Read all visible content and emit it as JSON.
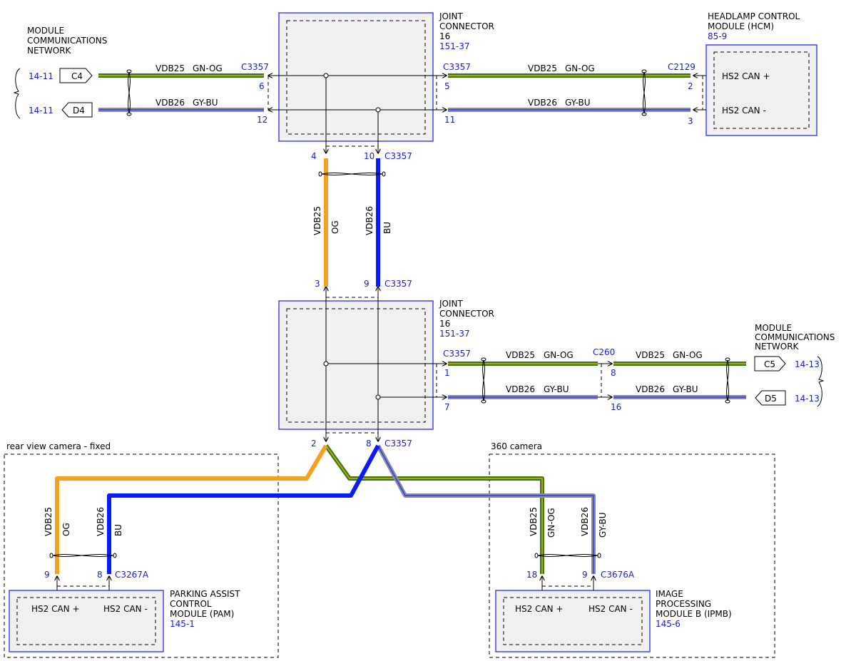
{
  "colors": {
    "green": "#2f7d1e",
    "orange_stripe": "#f2a000",
    "gray": "#8c8c95",
    "blue_stripe": "#2a3cff",
    "orange": "#f4a21d",
    "blue": "#0a1aff",
    "label_blue": "#1a1ae6",
    "module_border": "#3a3af0",
    "module_fill": "#f0f0f0"
  },
  "top_left": {
    "net_lines": [
      "MODULE",
      "COMMUNICATIONS",
      "NETWORK"
    ],
    "c4_ref": "14-11",
    "c4_label": "C4",
    "d4_ref": "14-11",
    "d4_label": "D4",
    "w1_circuit": "VDB25",
    "w1_color": "GN-OG",
    "w1_conn": "C3357",
    "w1_pin": "6",
    "w2_circuit": "VDB26",
    "w2_color": "GY-BU",
    "w2_pin": "12"
  },
  "jc_top": {
    "title_lines": [
      "JOINT",
      "CONNECTOR",
      "16"
    ],
    "ref": "151-37",
    "pin4": "4",
    "pin10": "10",
    "conn_bottom": "C3357"
  },
  "top_right": {
    "conn_left": "C3357",
    "pin5": "5",
    "pin11": "11",
    "w1_circuit": "VDB25",
    "w1_color": "GN-OG",
    "w2_circuit": "VDB26",
    "w2_color": "GY-BU",
    "conn_right": "C2129",
    "pin2": "2",
    "pin3": "3",
    "hcm_lines": [
      "HEADLAMP CONTROL",
      "MODULE (HCM)"
    ],
    "hcm_ref": "85-9",
    "can_plus": "HS2 CAN +",
    "can_minus": "HS2 CAN -"
  },
  "vertical": {
    "og_circuit": "VDB25",
    "og_color": "OG",
    "bu_circuit": "VDB26",
    "bu_color": "BU",
    "pin3": "3",
    "pin9": "9",
    "conn": "C3357"
  },
  "jc_mid": {
    "title_lines": [
      "JOINT",
      "CONNECTOR",
      "16"
    ],
    "ref": "151-37"
  },
  "mid_right": {
    "conn_left": "C3357",
    "pin1": "1",
    "pin7": "7",
    "w1_circuit": "VDB25",
    "w1_color": "GN-OG",
    "w2_circuit": "VDB26",
    "w2_color": "GY-BU",
    "c260": "C260",
    "pin8": "8",
    "pin16": "16",
    "w3_circuit": "VDB25",
    "w3_color": "GN-OG",
    "w4_circuit": "VDB26",
    "w4_color": "GY-BU",
    "c5_label": "C5",
    "c5_ref": "14-13",
    "d5_label": "D5",
    "d5_ref": "14-13",
    "net_lines": [
      "MODULE",
      "COMMUNICATIONS",
      "NETWORK"
    ]
  },
  "bottom_jc": {
    "pin2": "2",
    "pin8": "8",
    "conn": "C3357"
  },
  "rear_cam": {
    "region_label": "rear view camera - fixed",
    "og_circuit": "VDB25",
    "og_color": "OG",
    "bu_circuit": "VDB26",
    "bu_color": "BU",
    "pin9": "9",
    "pin8": "8",
    "conn": "C3267A",
    "can_plus": "HS2 CAN +",
    "can_minus": "HS2 CAN -",
    "pam_lines": [
      "PARKING ASSIST",
      "CONTROL",
      "MODULE (PAM)"
    ],
    "pam_ref": "145-1"
  },
  "cam360": {
    "region_label": "360 camera",
    "gn_circuit": "VDB25",
    "gn_color": "GN-OG",
    "gy_circuit": "VDB26",
    "gy_color": "GY-BU",
    "pin18": "18",
    "pin9": "9",
    "conn": "C3676A",
    "can_plus": "HS2 CAN +",
    "can_minus": "HS2 CAN -",
    "ipmb_lines": [
      "IMAGE",
      "PROCESSING",
      "MODULE B (IPMB)"
    ],
    "ipmb_ref": "145-6"
  }
}
